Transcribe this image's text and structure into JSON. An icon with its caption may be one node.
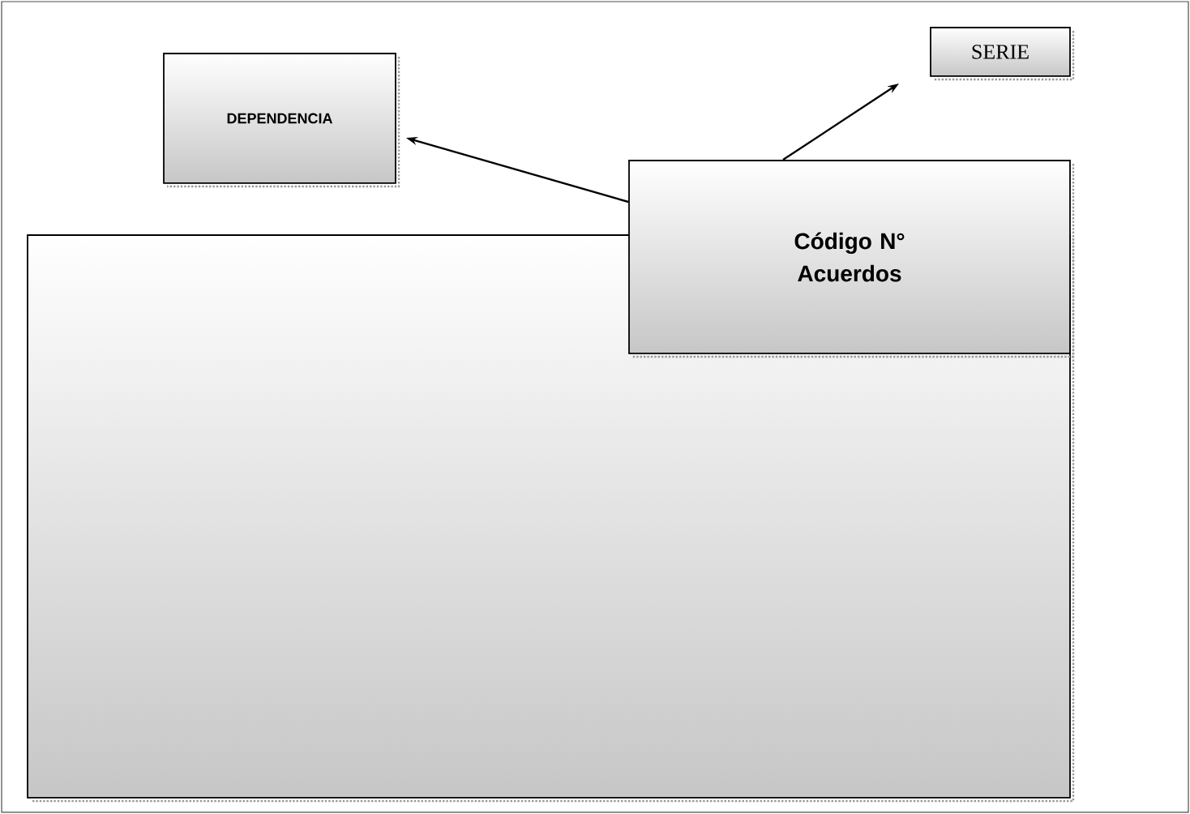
{
  "diagram": {
    "nodes": [
      {
        "text": [
          "DEPENDENCIA"
        ]
      },
      {
        "text": [
          "SERIE"
        ]
      },
      {
        "text": [],
        "shape": "box"
      },
      {
        "text": [
          "Código N° Acuerdos"
        ]
      }
    ],
    "edges": [
      {
        "from": 3,
        "to": 0,
        "arrow": "to"
      },
      {
        "from": 3,
        "to": 1,
        "arrow": "to"
      }
    ]
  }
}
